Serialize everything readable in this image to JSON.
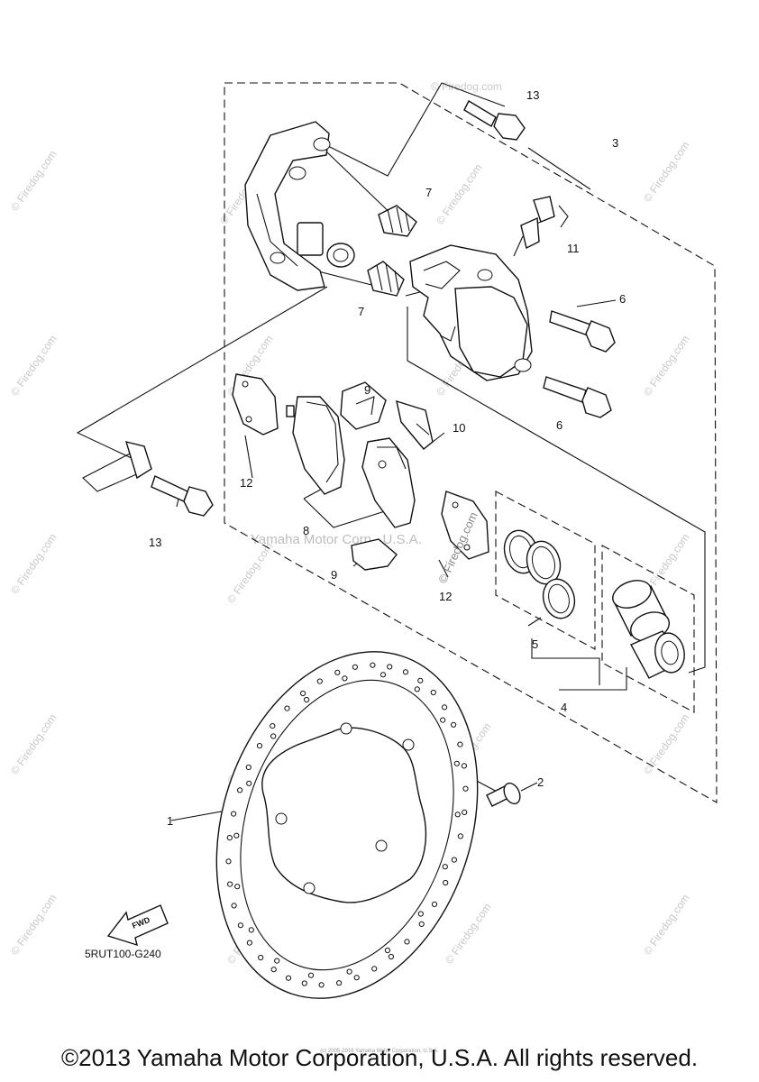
{
  "diagram": {
    "callouts": [
      "1",
      "2",
      "3",
      "4",
      "5",
      "6",
      "6",
      "7",
      "7",
      "8",
      "9",
      "9",
      "10",
      "11",
      "12",
      "12",
      "13",
      "13"
    ],
    "diagram_code": "5RUT100-G240",
    "fwd_label": "FWD",
    "watermark_center": "Yamaha Motor Corp., U.S.A.",
    "watermark_repeat": "© Firedog.com",
    "watermark_diag": "© Firedog.com"
  },
  "footer": {
    "copyright": "©2013 Yamaha Motor Corporation, U.S.A. All rights reserved.",
    "small_copy": "(c) 2005-2016 Yamaha Motor Corporation, U.S.A."
  }
}
